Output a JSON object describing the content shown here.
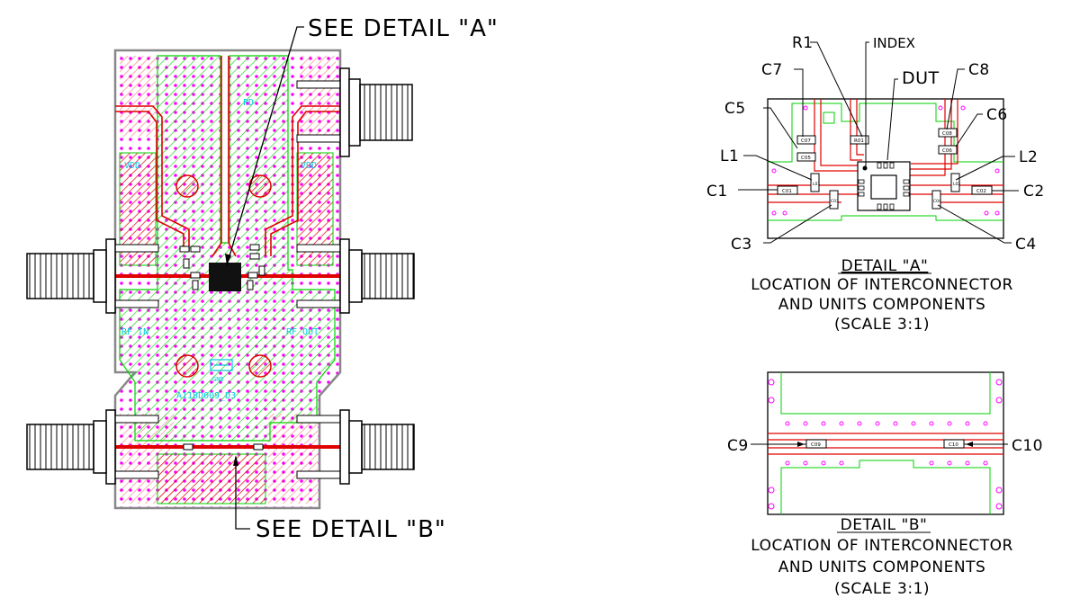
{
  "left_board": {
    "callout_a": "SEE DETAIL \"A\"",
    "callout_b": "SEE DETAIL \"B\"",
    "labels": {
      "pd": "PD",
      "vdd_left": "VDD",
      "vdd_right": "VDD",
      "rf_in": "RF IN",
      "rf_out": "RF OUT",
      "part_number": "A118D009_D3",
      "gnd": "GND"
    }
  },
  "detail_a": {
    "refs": {
      "r1": "R1",
      "index": "INDEX",
      "dut": "DUT",
      "c7": "C7",
      "c8": "C8",
      "c5": "C5",
      "c6": "C6",
      "l1": "L1",
      "l2": "L2",
      "c1": "C1",
      "c2": "C2",
      "c3": "C3",
      "c4": "C4"
    },
    "parts": {
      "c07": "C07",
      "r01": "R01",
      "c08": "C08",
      "c05": "C05",
      "c06": "C06",
      "l01": "L01",
      "l02": "L02",
      "c01": "C01",
      "c02": "C02",
      "c03": "C03",
      "c04": "C04"
    },
    "title": "DETAIL \"A\"",
    "line1": "LOCATION OF INTERCONNECTOR",
    "line2": "AND UNITS COMPONENTS",
    "line3": "(SCALE 3:1)"
  },
  "detail_b": {
    "refs": {
      "c9": "C9",
      "c10": "C10"
    },
    "parts": {
      "c09": "C09",
      "c10": "C10"
    },
    "title": "DETAIL \"B\"",
    "line1": "LOCATION OF INTERCONNECTOR",
    "line2": "AND UNITS COMPONENTS",
    "line3": "(SCALE 3:1)"
  },
  "colors": {
    "trace": "#e00000",
    "ground_fill": "#00d000",
    "via": "#ff00ff",
    "silkscreen": "#00c8e0",
    "outline": "#888888"
  }
}
